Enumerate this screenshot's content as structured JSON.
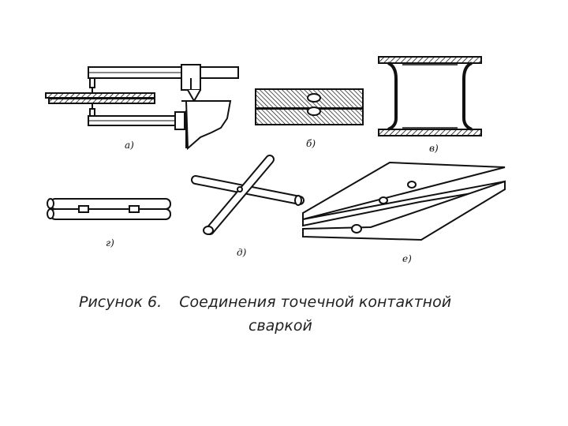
{
  "figure": {
    "labels": {
      "a": "а)",
      "b": "б)",
      "v": "в)",
      "g": "г)",
      "d": "д)",
      "e": "е)"
    }
  },
  "caption": {
    "number": "Рисунок 6.",
    "line1": "Соединения точечной контактной",
    "line2": "сваркой"
  }
}
